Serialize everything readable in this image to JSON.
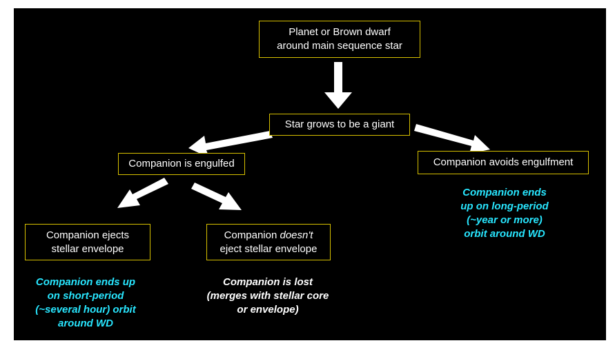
{
  "colors": {
    "slide_background": "#000000",
    "box_border": "#d9c200",
    "box_text": "#ffffff",
    "note_cyan": "#28e6ff",
    "note_white": "#ffffff",
    "arrow": "#ffffff"
  },
  "nodes": {
    "start": {
      "line1": "Planet or Brown dwarf",
      "line2": "around  main sequence star"
    },
    "giant": {
      "line1": "Star grows to be a giant"
    },
    "engulfed": {
      "line1": "Companion is engulfed"
    },
    "avoids": {
      "line1": "Companion avoids engulfment"
    },
    "ejects": {
      "line1": "Companion ejects",
      "line2": "stellar envelope"
    },
    "not_ejects": {
      "prefix": "Companion ",
      "emph": "doesn't",
      "line2": "eject stellar envelope"
    }
  },
  "notes": {
    "short_period": [
      "Companion ends up",
      "on short-period",
      "(~several hour) orbit",
      "around WD"
    ],
    "lost": [
      "Companion is lost",
      "(merges with stellar core",
      "or envelope)"
    ],
    "long_period": [
      "Companion ends",
      "up on long-period",
      "(~year or more)",
      "orbit around WD"
    ]
  }
}
